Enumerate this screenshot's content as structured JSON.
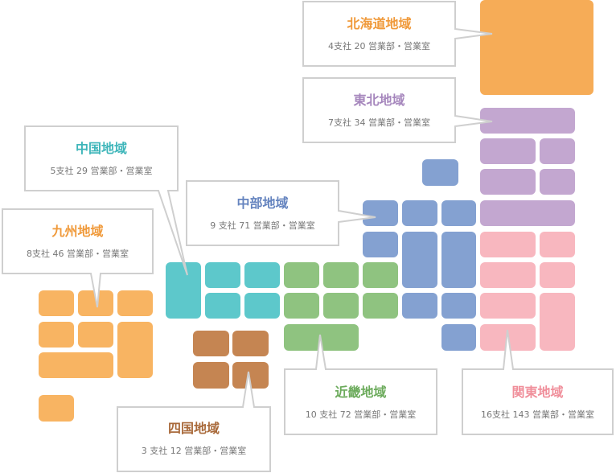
{
  "regions": [
    {
      "key": "hokkaido",
      "name": "北海道地域",
      "stats": "4支社 20 営業部・営業室",
      "color": "#f6ac57"
    },
    {
      "key": "tohoku",
      "name": "東北地域",
      "stats": "7支社 34 営業部・営業室",
      "color": "#c3a7d0"
    },
    {
      "key": "chugoku",
      "name": "中国地域",
      "stats": "5支社 29 営業部・営業室",
      "color": "#5dc8cb"
    },
    {
      "key": "chubu",
      "name": "中部地域",
      "stats": "9 支社 71 営業部・営業室",
      "color": "#84a1d1"
    },
    {
      "key": "kyushu",
      "name": "九州地域",
      "stats": "8支社 46 営業部・営業室",
      "color": "#f8b462"
    },
    {
      "key": "kinki",
      "name": "近畿地域",
      "stats": "10 支社 72 営業部・営業室",
      "color": "#8fc380"
    },
    {
      "key": "shikoku",
      "name": "四国地域",
      "stats": "3 支社 12 営業部・営業室",
      "color": "#c58552"
    },
    {
      "key": "kanto",
      "name": "関東地域",
      "stats": "16支社 143 営業部・営業室",
      "color": "#f8b7bf"
    }
  ]
}
